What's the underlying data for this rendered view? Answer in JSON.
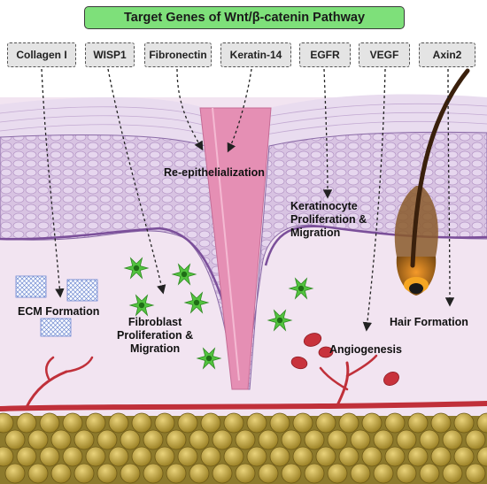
{
  "title": "Target Genes of Wnt/β-catenin Pathway",
  "genes": [
    "Collagen I",
    "WISP1",
    "Fibronectin",
    "Keratin-14",
    "EGFR",
    "VEGF",
    "Axin2"
  ],
  "processes": {
    "re_epithelialization": "Re-epithelialization",
    "keratinocyte_line1": "Keratinocyte",
    "keratinocyte_line2": "Proliferation &",
    "keratinocyte_line3": "Migration",
    "ecm_formation": "ECM Formation",
    "fibroblast_line1": "Fibroblast",
    "fibroblast_line2": "Proliferation &",
    "fibroblast_line3": "Migration",
    "angiogenesis": "Angiogenesis",
    "hair_formation": "Hair Formation"
  },
  "colors": {
    "title_fill": "#7ee07a",
    "gene_box_fill": "#e4e4e4",
    "epidermis": "#c9b0d6",
    "dermis": "#f2e4f1",
    "wound": "#e58fb4",
    "fibroblast": "#53c33f",
    "red_blood_cell": "#c8323c",
    "vessel": "#c0303a",
    "fat": "#c9ac4a",
    "hair": "#5a3416"
  }
}
